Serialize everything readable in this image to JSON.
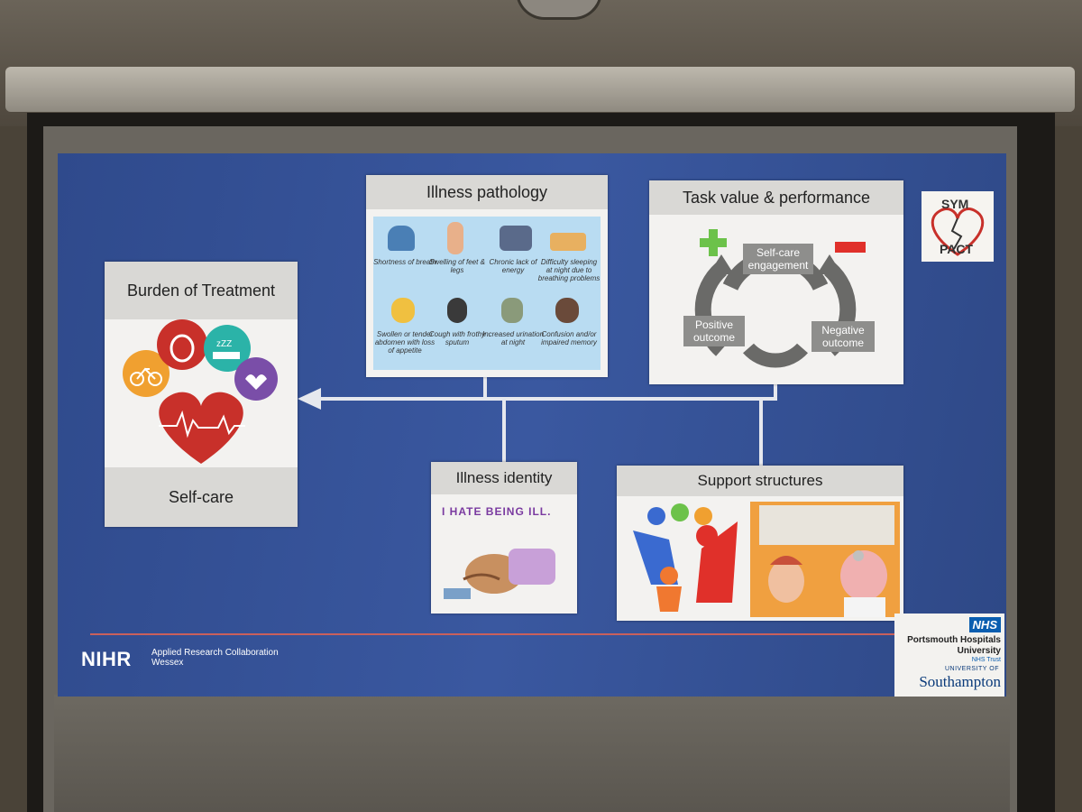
{
  "slide": {
    "burden_card": {
      "title": "Burden of Treatment",
      "footer": "Self-care"
    },
    "pathology_card": {
      "title": "Illness pathology",
      "symptoms": [
        "Shortness of breath",
        "Swelling of feet & legs",
        "Chronic lack of energy",
        "Difficulty sleeping at night due to breathing problems",
        "Swollen or tender abdomen with loss of appetite",
        "Cough with frothy sputum",
        "Increased urination at night",
        "Confusion and/or impaired memory"
      ]
    },
    "task_card": {
      "title": "Task value & performance",
      "center_label": "Self-care engagement",
      "left_label": "Positive outcome",
      "right_label": "Negative outcome"
    },
    "identity_card": {
      "title": "Illness identity",
      "handwriting": "I HATE BEING ILL."
    },
    "support_card": {
      "title": "Support structures"
    },
    "logos": {
      "sympact_top": "SYM",
      "sympact_bottom": "PACT",
      "nihr": "NIHR",
      "arc_line1": "Applied Research Collaboration",
      "arc_line2": "Wessex",
      "nhs": "NHS",
      "trust_line1": "Portsmouth Hospitals",
      "trust_line2": "University",
      "trust_line3": "NHS Trust",
      "uni_line1": "UNIVERSITY OF",
      "uni_line2": "Southampton"
    },
    "colors": {
      "background": "#3a58a0",
      "plus": "#6cc24a",
      "minus": "#e0302a",
      "heart": "#c8302a",
      "accent_line": "#c9605c"
    }
  }
}
